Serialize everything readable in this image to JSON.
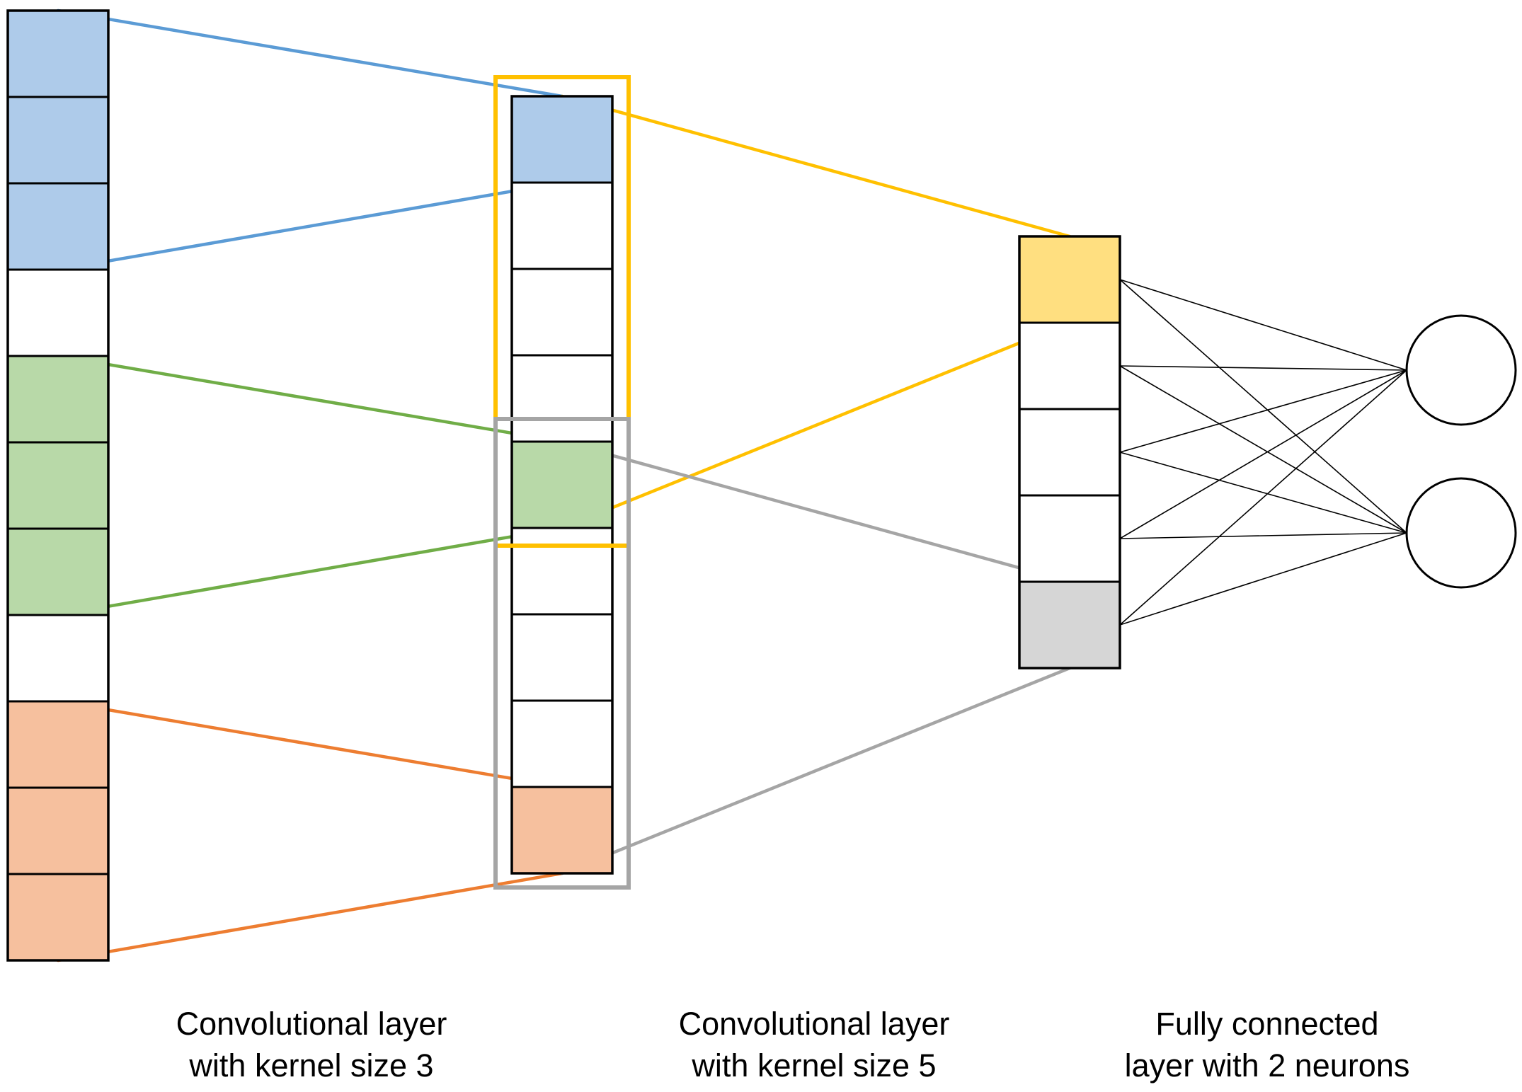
{
  "colors": {
    "blue_fill": "#aecbea",
    "blue_line": "#5b9bd5",
    "green_fill": "#b8d9a8",
    "green_line": "#70ad47",
    "orange_fill": "#f6c09e",
    "orange_line": "#ed7d31",
    "yellow_fill": "#ffdf80",
    "yellow_line": "#ffc000",
    "gray_fill": "#d6d6d6",
    "gray_line": "#a5a5a5",
    "outline": "#000000"
  },
  "layers": {
    "input": {
      "cells": 11,
      "fills": [
        "blue",
        "blue",
        "blue",
        "white",
        "green",
        "green",
        "green",
        "white",
        "orange",
        "orange",
        "orange"
      ]
    },
    "conv": {
      "cells": 9,
      "fills": [
        "blue",
        "white",
        "white",
        "white",
        "green",
        "white",
        "white",
        "white",
        "orange"
      ]
    },
    "pooled": {
      "cells": 5,
      "fills": [
        "yellow",
        "white",
        "white",
        "white",
        "gray"
      ]
    },
    "neurons": 2
  },
  "captions": {
    "conv1": {
      "line1": "Convolutional layer",
      "line2": "with kernel size 3"
    },
    "conv2": {
      "line1": "Convolutional layer",
      "line2": "with kernel size 5"
    },
    "fc": {
      "line1": "Fully connected",
      "line2": "layer with 2 neurons"
    }
  }
}
